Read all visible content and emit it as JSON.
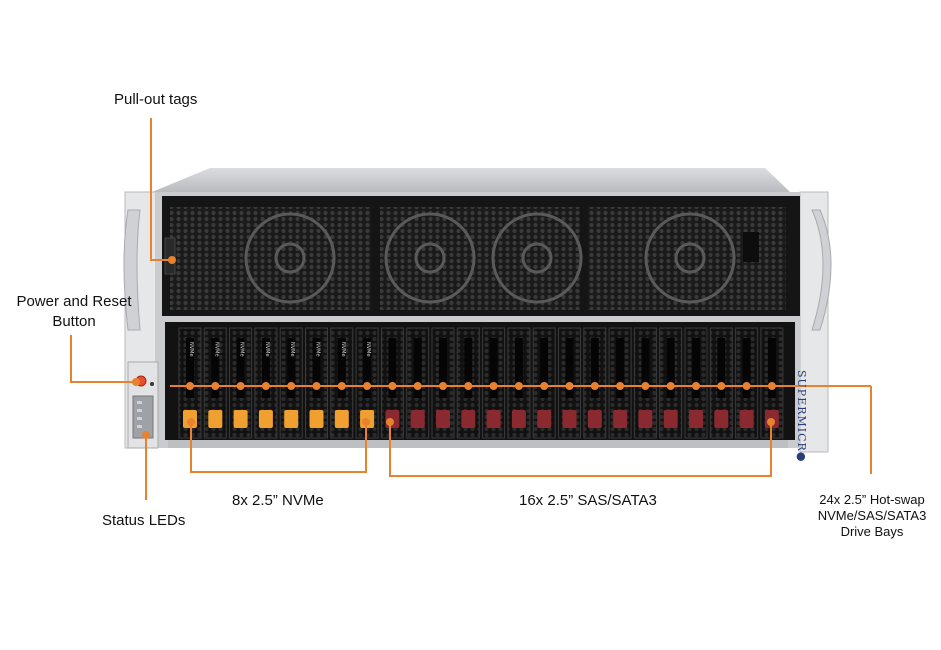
{
  "labels": {
    "pull_out_tags": "Pull-out tags",
    "power_reset_line1": "Power and Reset",
    "power_reset_line2": "Button",
    "status_leds": "Status LEDs",
    "nvme": "8x 2.5” NVMe",
    "sas_sata": "16x 2.5” SAS/SATA3",
    "hotswap_line1": "24x 2.5” Hot-swap",
    "hotswap_line2": "NVMe/SAS/SATA3",
    "hotswap_line3": "Drive Bays"
  },
  "brand": "SUPERMICR●",
  "drive_tag": "NVMe",
  "drives": {
    "nvme_count": 8,
    "sas_count": 16
  },
  "colors": {
    "callout": "#e8822e",
    "nvme_latch": "#f0a030",
    "sas_latch": "#8a2a30",
    "chassis": "#d4d6da",
    "bezel": "#202020"
  }
}
